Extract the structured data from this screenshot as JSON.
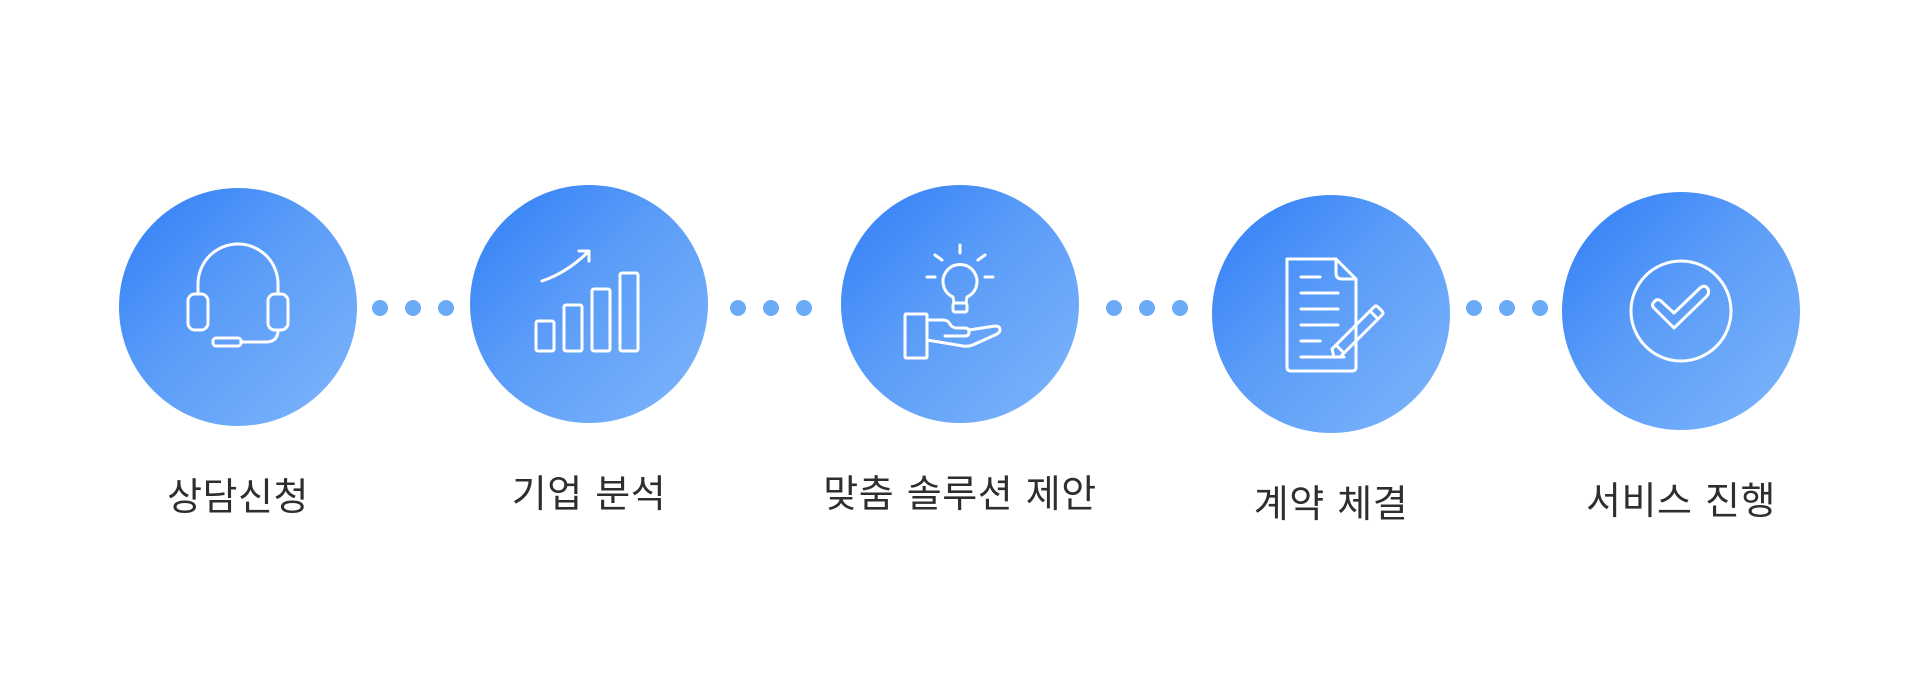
{
  "steps": [
    {
      "label": "상담신청",
      "icon": "headset-icon"
    },
    {
      "label": "기업 분석",
      "icon": "bar-chart-growth-icon"
    },
    {
      "label": "맞춤 솔루션 제안",
      "icon": "hand-lightbulb-icon"
    },
    {
      "label": "계약 체결",
      "icon": "contract-pen-icon"
    },
    {
      "label": "서비스 진행",
      "icon": "check-circle-icon"
    }
  ],
  "colors": {
    "circle_start": "#2f7df6",
    "circle_end": "#7fb6fb",
    "dots": "#6aaaf7",
    "label": "#2e2e2e",
    "icon_stroke": "#ffffff"
  }
}
